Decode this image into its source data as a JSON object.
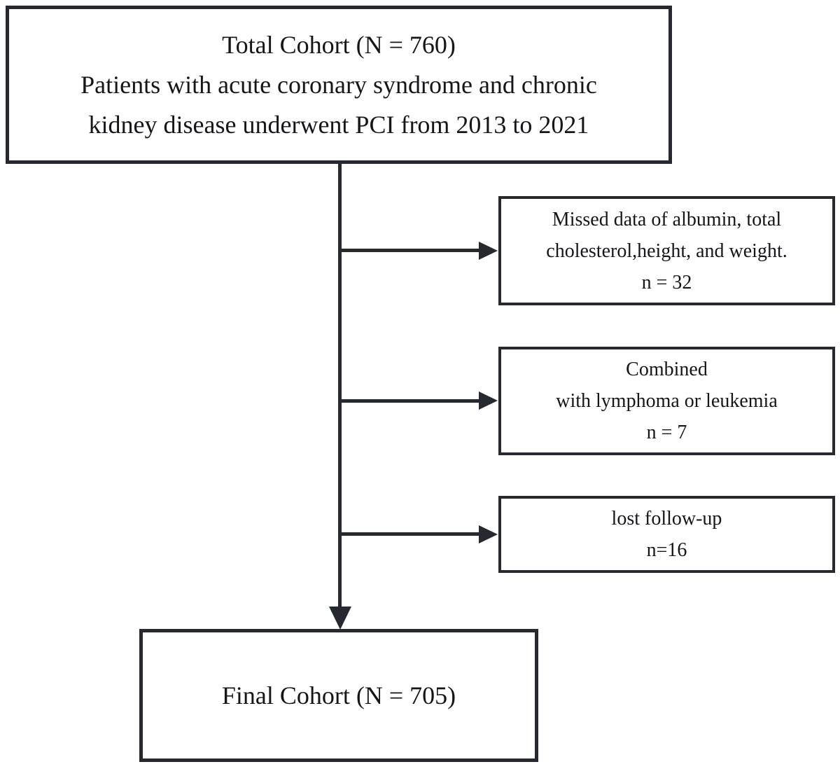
{
  "figure": {
    "type": "flowchart",
    "background_color": "#ffffff",
    "line_color": "#262a30",
    "text_color": "#15161a"
  },
  "nodes": {
    "total_cohort": {
      "n": 760,
      "lines": [
        "Total Cohort (N = 760)",
        "Patients with acute coronary syndrome and chronic",
        "kidney disease underwent PCI from 2013 to 2021"
      ]
    },
    "exclusion_1": {
      "n": 32,
      "lines": [
        "Missed data of albumin, total",
        "cholesterol,height, and weight.",
        "n = 32"
      ]
    },
    "exclusion_2": {
      "n": 7,
      "lines": [
        "Combined",
        "with lymphoma or leukemia",
        "n = 7"
      ]
    },
    "exclusion_3": {
      "n": 16,
      "lines": [
        "lost follow-up",
        "n=16"
      ]
    },
    "final_cohort": {
      "n": 705,
      "lines": [
        "Final Cohort (N = 705)"
      ]
    }
  },
  "edges": [
    {
      "from": "total_cohort",
      "to": "exclusion_1"
    },
    {
      "from": "total_cohort",
      "to": "exclusion_2"
    },
    {
      "from": "total_cohort",
      "to": "exclusion_3"
    },
    {
      "from": "total_cohort",
      "to": "final_cohort"
    }
  ]
}
